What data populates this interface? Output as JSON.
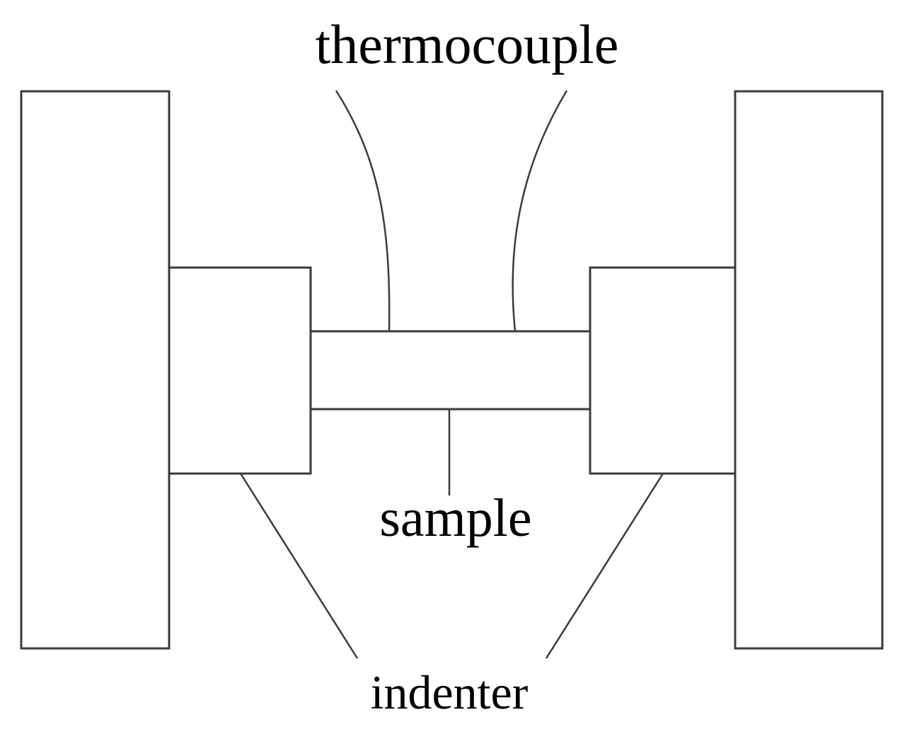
{
  "labels": {
    "thermocouple": "thermocouple",
    "sample": "sample",
    "indenter": "indenter"
  },
  "colors": {
    "stroke": "#3a3a3a",
    "text": "#000000",
    "background": "#ffffff"
  }
}
